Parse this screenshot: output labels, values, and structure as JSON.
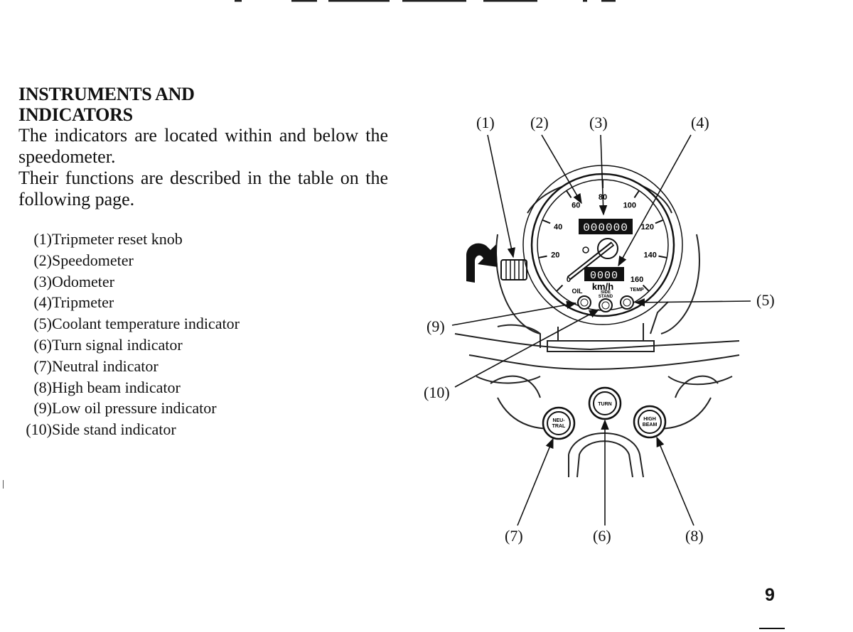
{
  "heading": {
    "line1": "INSTRUMENTS AND",
    "line2": "INDICATORS"
  },
  "intro": {
    "p1": "The indicators are located within and below the speedometer.",
    "p2": "Their functions are described in the table on the following page."
  },
  "legend": [
    {
      "num": "(1)",
      "label": "Tripmeter reset knob"
    },
    {
      "num": "(2)",
      "label": "Speedometer"
    },
    {
      "num": "(3)",
      "label": "Odometer"
    },
    {
      "num": "(4)",
      "label": "Tripmeter"
    },
    {
      "num": "(5)",
      "label": "Coolant temperature indicator"
    },
    {
      "num": "(6)",
      "label": "Turn signal indicator"
    },
    {
      "num": "(7)",
      "label": "Neutral indicator"
    },
    {
      "num": "(8)",
      "label": "High beam indicator"
    },
    {
      "num": "(9)",
      "label": "Low oil pressure indicator"
    },
    {
      "num": "(10)",
      "label": "Side stand indicator"
    }
  ],
  "callouts": [
    "(1)",
    "(2)",
    "(3)",
    "(4)",
    "(5)",
    "(6)",
    "(7)",
    "(8)",
    "(9)",
    "(10)"
  ],
  "gauge": {
    "ticks": [
      "0",
      "20",
      "40",
      "60",
      "80",
      "100",
      "120",
      "140",
      "160"
    ],
    "odometer": "000000",
    "tripmeter": "0000",
    "unit": "km/h",
    "oil": "OIL",
    "side_stand_1": "SIDE",
    "side_stand_2": "STAND",
    "temp": "TEMP"
  },
  "lamps": {
    "turn": "TURN",
    "neutral_1": "NEU-",
    "neutral_2": "TRAL",
    "high_1": "HIGH",
    "high_2": "BEAM"
  },
  "page_number": "9"
}
